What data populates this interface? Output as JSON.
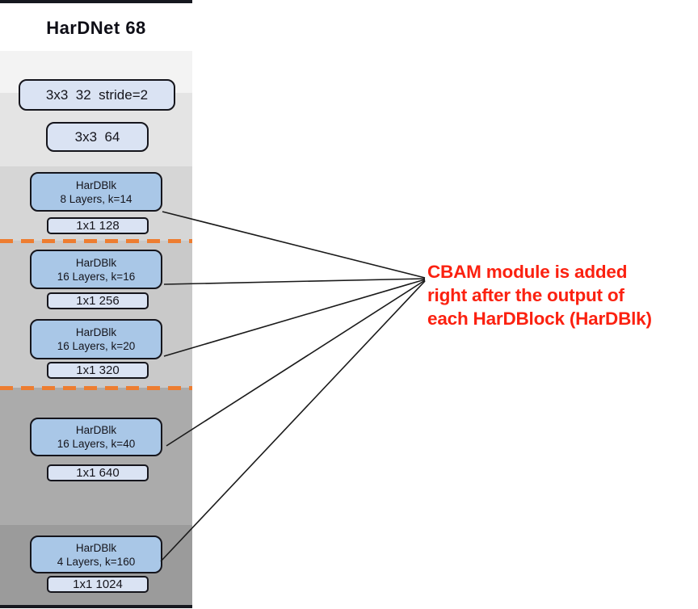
{
  "diagram": {
    "title": "HarDNet 68",
    "stem": [
      {
        "label": "3x3  32  stride=2"
      },
      {
        "label": "3x3  64"
      }
    ],
    "blocks": [
      {
        "name": "HarDBlk",
        "detail": "8 Layers, k=14",
        "transition": "1x1 128"
      },
      {
        "name": "HarDBlk",
        "detail": "16 Layers, k=16",
        "transition": "1x1 256"
      },
      {
        "name": "HarDBlk",
        "detail": "16 Layers, k=20",
        "transition": "1x1 320"
      },
      {
        "name": "HarDBlk",
        "detail": "16 Layers, k=40",
        "transition": "1x1 640"
      },
      {
        "name": "HarDBlk",
        "detail": "4 Layers, k=160",
        "transition": "1x1 1024"
      }
    ],
    "annotation": {
      "line1": "CBAM module is added",
      "line2": "right after the output of",
      "line3": "each HarDBlock (HarDBlk)"
    },
    "colors": {
      "block_fill": "#A9C7E7",
      "conv_fill": "#DAE3F3",
      "separator_orange": "#ED7D31",
      "annotation_red": "#FB2110",
      "frame_dark": "#16181F"
    }
  }
}
